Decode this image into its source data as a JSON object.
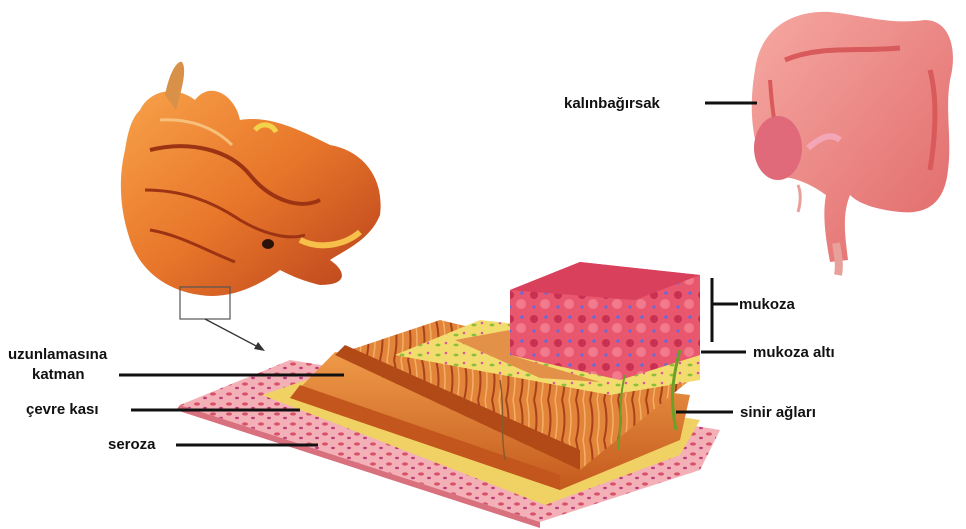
{
  "labels": {
    "large_intestine": "kalınbağırsak",
    "mucosa": "mukoza",
    "submucosa": "mukoza altı",
    "nerve_plexus": "sinir ağları",
    "longitudinal_line1": "uzunlamasına",
    "longitudinal_line2": "katman",
    "circular_muscle": "çevre kası",
    "serosa": "seroza"
  },
  "colors": {
    "stomach": "#e8762a",
    "stomach_dark": "#b8401c",
    "colon": "#ee8a86",
    "colon_dark": "#d55a5a",
    "mucosa": "#e8506a",
    "submucosa": "#f2dc6e",
    "muscle": "#e0772e",
    "serosa": "#f0a0a8"
  }
}
